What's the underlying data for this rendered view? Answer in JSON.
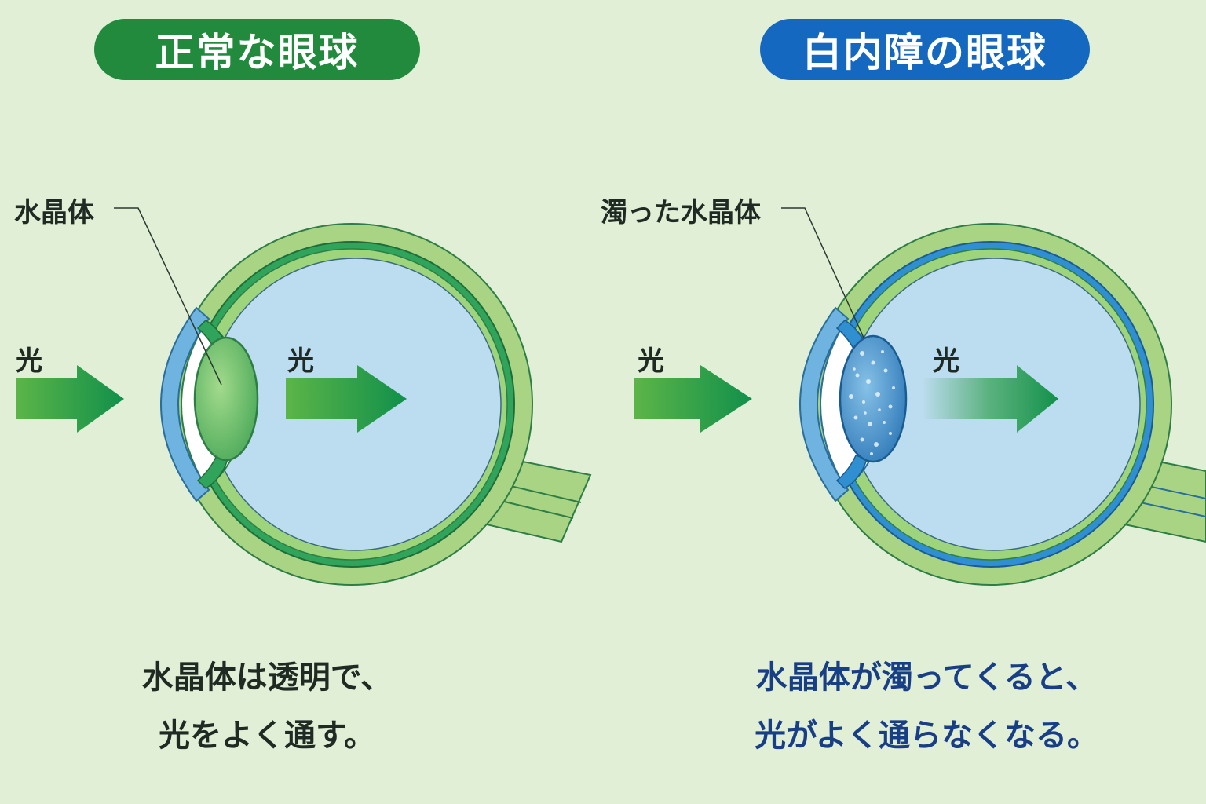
{
  "left": {
    "title": "正常な眼球",
    "lens_label": "水晶体",
    "light_in": "光",
    "light_out": "光",
    "caption_line1": "水晶体は透明で、",
    "caption_line2": "光をよく通す。",
    "accent": "#218a3c"
  },
  "right": {
    "title": "白内障の眼球",
    "lens_label": "濁った水晶体",
    "light_in": "光",
    "light_out": "光",
    "caption_line1": "水晶体が濁ってくると、",
    "caption_line2": "光がよく通らなくなる。",
    "accent": "#1568c0"
  },
  "colors": {
    "background": "#e0efd6",
    "sclera_green": "#a9d483",
    "choroid_green": "#2fa45a",
    "retina_blue": "#2f8fd0",
    "vitreous": "#bcdcef",
    "cornea_blue": "#6fb3e0",
    "arrow_green": "#2e9e4c"
  }
}
